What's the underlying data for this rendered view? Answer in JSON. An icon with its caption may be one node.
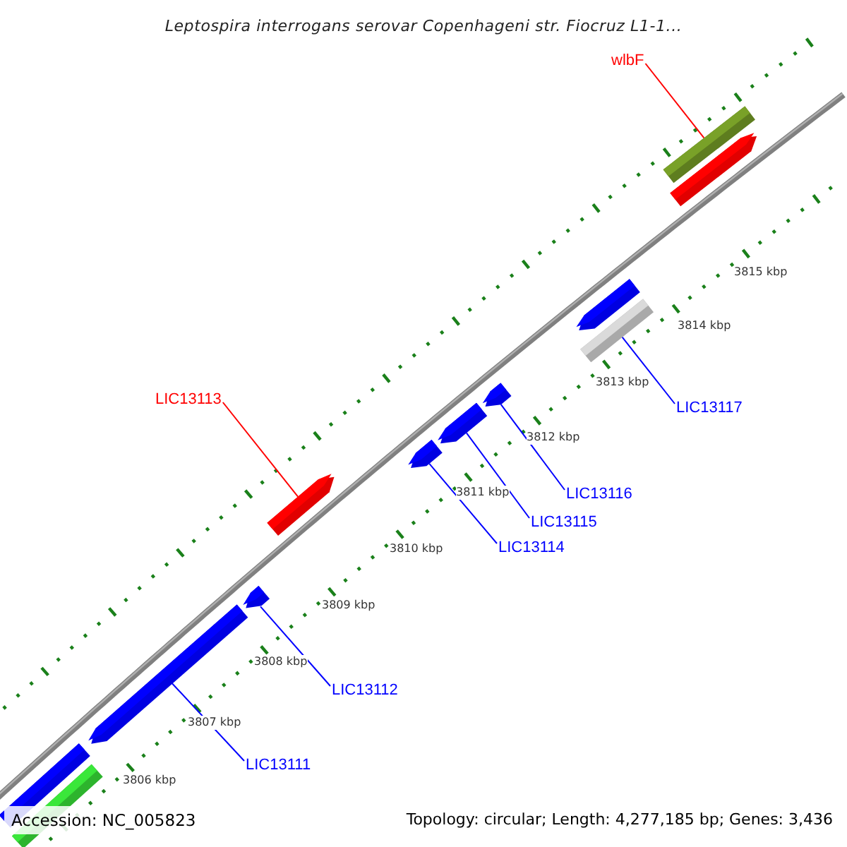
{
  "diagram": {
    "title": "Leptospira interrogans serovar Copenhageni str. Fiocruz L1-1...",
    "nodes": [
      {
        "text": [
          "wlbF"
        ]
      },
      {
        "text": [],
        "shape": "bar"
      },
      {
        "text": [],
        "shape": "arrow"
      },
      {
        "text": [],
        "shape": "arrow"
      },
      {
        "text": [],
        "shape": "bar"
      },
      {
        "text": [
          "LIC13113"
        ]
      },
      {
        "text": [],
        "shape": "arrow"
      },
      {
        "text": [
          "LIC13117"
        ]
      },
      {
        "text": [],
        "shape": "arrow"
      },
      {
        "text": [],
        "shape": "arrow"
      },
      {
        "text": [],
        "shape": "arrow"
      },
      {
        "text": [
          "LIC13116"
        ]
      },
      {
        "text": [
          "LIC13115"
        ]
      },
      {
        "text": [
          "LIC13114"
        ]
      },
      {
        "text": [],
        "shape": "arrow"
      },
      {
        "text": [],
        "shape": "arrow"
      },
      {
        "text": [
          "LIC13112"
        ]
      },
      {
        "text": [
          "LIC13111"
        ]
      },
      {
        "text": [],
        "shape": "bar"
      },
      {
        "text": [],
        "shape": "bar"
      }
    ],
    "edges": [
      {
        "from": 0,
        "to": 1,
        "arrow": "none",
        "color": "#ff0000"
      },
      {
        "from": 5,
        "to": 6,
        "arrow": "none",
        "color": "#ff0000"
      },
      {
        "from": 7,
        "to": 4,
        "arrow": "none"
      },
      {
        "from": 11,
        "to": 8,
        "arrow": "none"
      },
      {
        "from": 12,
        "to": 9,
        "arrow": "none"
      },
      {
        "from": 13,
        "to": 10,
        "arrow": "none"
      },
      {
        "from": 16,
        "to": 14,
        "arrow": "none"
      },
      {
        "from": 17,
        "to": 15,
        "arrow": "none"
      }
    ],
    "labels": [
      "3815 kbp",
      "3814 kbp",
      "3813 kbp",
      "3812 kbp",
      "3811 kbp",
      "3810 kbp",
      "3809 kbp",
      "3808 kbp",
      "3807 kbp",
      "3806 kbp",
      "Accession: NC_005823",
      "Topology: circular; Length: 4,277,185 bp; Genes: 3,436"
    ]
  }
}
